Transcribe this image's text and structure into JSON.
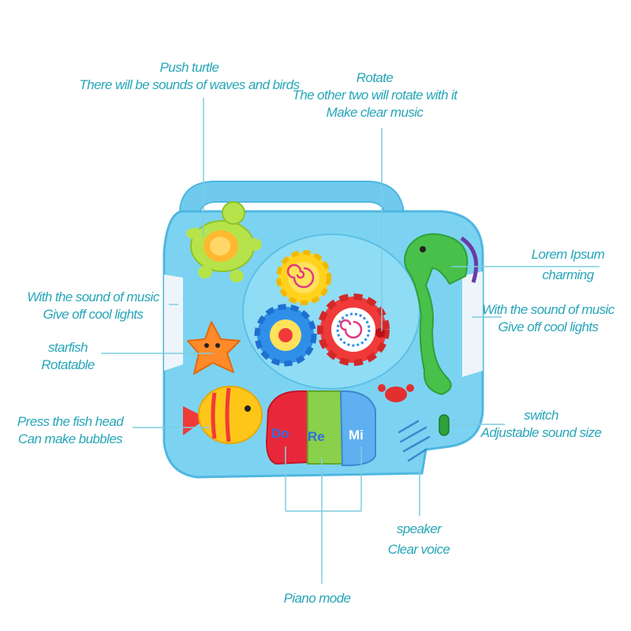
{
  "annotations": {
    "turtle": [
      "Push turtle",
      "There will be sounds of waves and birds"
    ],
    "gears": [
      "Rotate",
      "The other two will rotate with it",
      "Make clear music"
    ],
    "seahorse": [
      "Lorem Ipsum",
      "charming"
    ],
    "lights_left": [
      "With the sound of music",
      "Give off cool lights"
    ],
    "lights_right": [
      "With the sound of music",
      "Give off cool lights"
    ],
    "starfish": [
      "starfish",
      "Rotatable"
    ],
    "fish": [
      "Press the fish head",
      "Can make bubbles"
    ],
    "switch": [
      "switch",
      "Adjustable sound size"
    ],
    "speaker": [
      "speaker",
      "Clear voice"
    ],
    "piano": "Piano mode"
  },
  "keys": [
    "Do",
    "Re",
    "Mi"
  ],
  "colors": {
    "label_text": "#27a6b8",
    "leader_line": "#7fcde0",
    "board": "#7cd3f1",
    "board_edge": "#4fb7e0",
    "gear_yellow": "#ffd21f",
    "gear_red": "#f03a3a",
    "gear_blue": "#2f8fe8",
    "turtle": "#b7e34a",
    "seahorse": "#49c04a",
    "starfish": "#ff8a2a",
    "fish": "#ffc61a"
  }
}
